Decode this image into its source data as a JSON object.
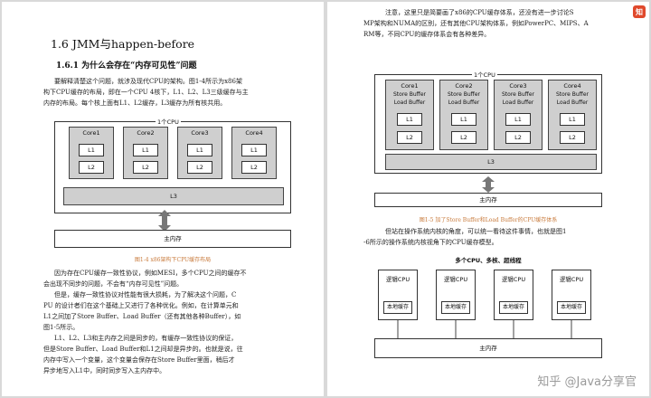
{
  "left_page": {
    "section_title": "1.6 JMM与happen-before",
    "subsection_title": "1.6.1 为什么会存在“内存可见性”问题",
    "para1": [
      "要解释清楚这个问题，就涉及现代CPU的架构。图1-4所示为x86架",
      "构下CPU缓存的布局，即在一个CPU 4核下，L1、L2、L3三级缓存与主",
      "内存的布局。每个核上面有L1、L2缓存，L3缓存为所有核共用。"
    ],
    "figure": {
      "cpu_label": "1个CPU",
      "cores": [
        "Core1",
        "Core2",
        "Core3",
        "Core4"
      ],
      "l1": "L1",
      "l2": "L2",
      "l3": "L3",
      "main_memory": "主内存",
      "caption": "图1-4  x86架构下CPU缓存布局"
    },
    "para2": [
      "因为存在CPU缓存一致性协议，例如MESI，多个CPU之间的缓存不",
      "会出现不同步的问题，不会有“内存可见性”问题。"
    ],
    "para3": [
      "但是，缓存一致性协议对性能有很大损耗，为了解决这个问题，C",
      "PU 的设计者们在这个基础上又进行了各种优化。例如，在计算单元和",
      "L1之间加了Store Buffer、Load Buffer（还有其他各种Buffer），如",
      "图1-5所示。"
    ],
    "para4": [
      "L1、L2、L3和主内存之间是同步的，有缓存一致性协议的保证，",
      "但是Store Buffer、Load Buffer和L1之间却是异步的。也就是说，往",
      "内存中写入一个变量，这个变量会保存在Store Buffer里面，稍后才",
      "异步地写入L1中，同时同步写入主内存中。"
    ]
  },
  "right_page": {
    "para1": [
      "注意，这里只是简要画了x86的CPU缓存体系，还没有进一步讨论S",
      "MP架构和NUMA的区别，还有其他CPU架构体系，例如PowerPC、MIPS、A",
      "RM等，不同CPU的缓存体系会有各种差异。"
    ],
    "figure1": {
      "cpu_label": "1个CPU",
      "cores": [
        "Core1",
        "Core2",
        "Core3",
        "Core4"
      ],
      "store_buffer": "Store Buffer",
      "load_buffer": "Load Buffer",
      "l1": "L1",
      "l2": "L2",
      "l3": "L3",
      "main_memory": "主内存",
      "caption": "图1-5  加了Store Buffer和Load Buffer的CPU缓存体系"
    },
    "para2": [
      "但站在操作系统内核的角度，可以统一看待这件事情，也就是图1",
      "-6所示的操作系统内核视角下的CPU缓存模型。"
    ],
    "figure2": {
      "title": "多个CPU、多核、超线程",
      "logical_cpu": "逻辑CPU",
      "local_cache": "本地缓存",
      "count": 4,
      "main_memory": "主内存"
    },
    "watermark": "知乎 @Java分享官"
  }
}
